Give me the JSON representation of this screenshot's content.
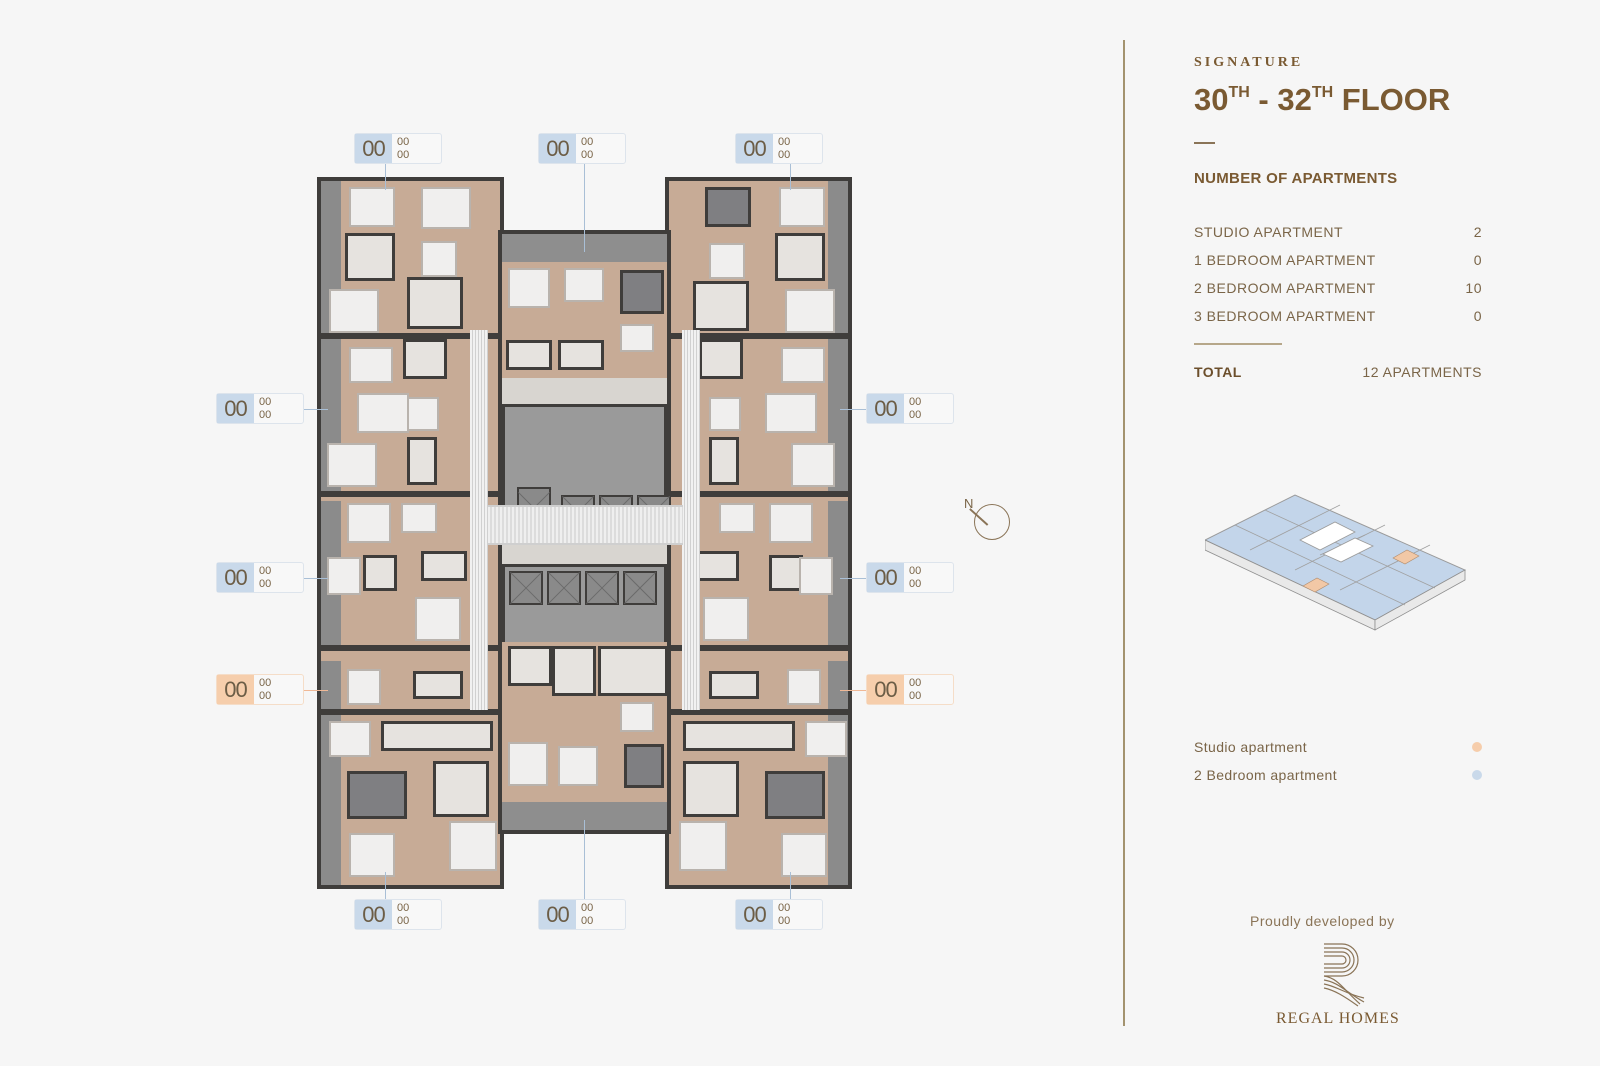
{
  "panel": {
    "eyebrow": "SIGNATURE",
    "title": {
      "from_num": "30",
      "from_suffix": "TH",
      "separator": " - ",
      "to_num": "32",
      "to_suffix": "TH",
      "tail": " FLOOR"
    },
    "section_heading": "NUMBER OF APARTMENTS",
    "counts": [
      {
        "label": "STUDIO APARTMENT",
        "value": "2"
      },
      {
        "label": "1 BEDROOM APARTMENT",
        "value": "0"
      },
      {
        "label": "2 BEDROOM APARTMENT",
        "value": "10"
      },
      {
        "label": "3 BEDROOM APARTMENT",
        "value": "0"
      }
    ],
    "total": {
      "label": "TOTAL",
      "value": "12 APARTMENTS"
    },
    "legend": [
      {
        "label": "Studio apartment",
        "color": "#f6cdab"
      },
      {
        "label": "2 Bedroom apartment",
        "color": "#c9d9ea"
      }
    ],
    "credit": "Proudly developed by",
    "brand": "REGAL HOMES"
  },
  "north_arrow": {
    "letter": "N"
  },
  "colors": {
    "brand": "#7a5a32",
    "studio": "#f6cdab",
    "two_bedroom": "#c9d9ea",
    "wall": "#3f3d3b",
    "floor": "#c7ab96"
  },
  "unit_tags": [
    {
      "id": "top-left",
      "type": "two_bedroom",
      "number": "00",
      "line1": "00",
      "line2": "00"
    },
    {
      "id": "top-center",
      "type": "two_bedroom",
      "number": "00",
      "line1": "00",
      "line2": "00"
    },
    {
      "id": "top-right",
      "type": "two_bedroom",
      "number": "00",
      "line1": "00",
      "line2": "00"
    },
    {
      "id": "left-upper",
      "type": "two_bedroom",
      "number": "00",
      "line1": "00",
      "line2": "00"
    },
    {
      "id": "right-upper",
      "type": "two_bedroom",
      "number": "00",
      "line1": "00",
      "line2": "00"
    },
    {
      "id": "left-middle",
      "type": "two_bedroom",
      "number": "00",
      "line1": "00",
      "line2": "00"
    },
    {
      "id": "right-middle",
      "type": "two_bedroom",
      "number": "00",
      "line1": "00",
      "line2": "00"
    },
    {
      "id": "left-lower",
      "type": "studio",
      "number": "00",
      "line1": "00",
      "line2": "00"
    },
    {
      "id": "right-lower",
      "type": "studio",
      "number": "00",
      "line1": "00",
      "line2": "00"
    },
    {
      "id": "bottom-left",
      "type": "two_bedroom",
      "number": "00",
      "line1": "00",
      "line2": "00"
    },
    {
      "id": "bottom-center",
      "type": "two_bedroom",
      "number": "00",
      "line1": "00",
      "line2": "00"
    },
    {
      "id": "bottom-right",
      "type": "two_bedroom",
      "number": "00",
      "line1": "00",
      "line2": "00"
    }
  ]
}
